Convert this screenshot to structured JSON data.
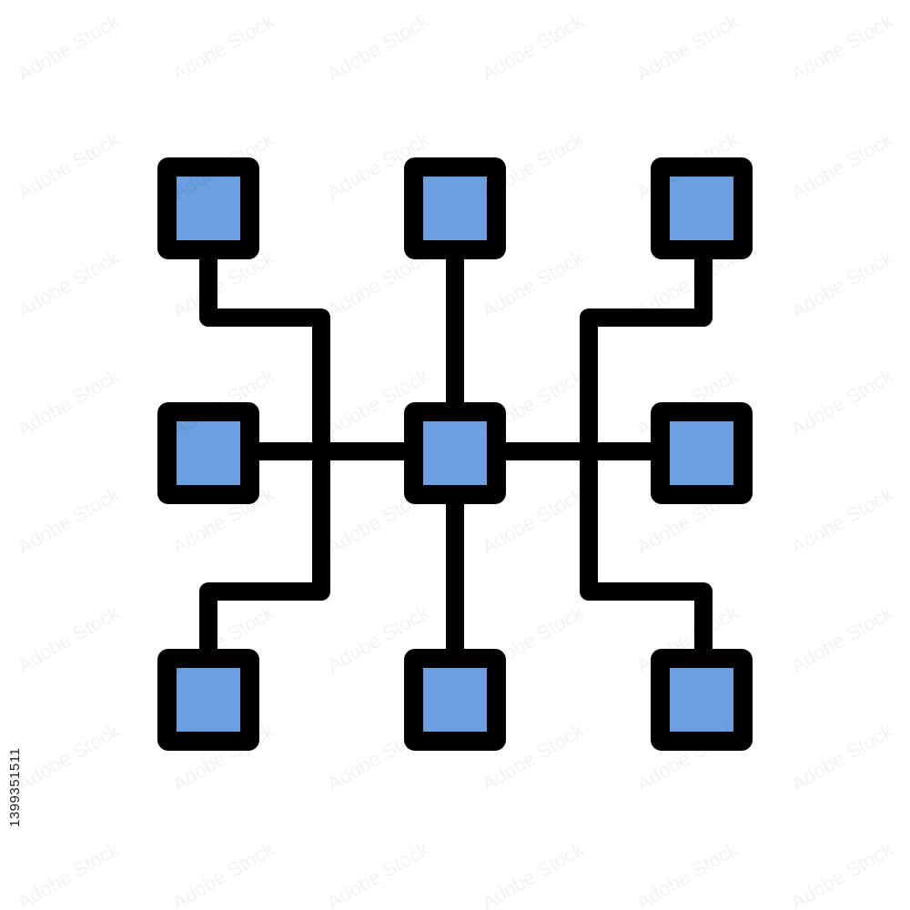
{
  "image_id_text": "1399351511",
  "watermark_text": "Adobe Stock",
  "colors": {
    "node_fill": "#6a9fe0",
    "outline": "#000000",
    "background": "#ffffff"
  },
  "icon": "network-topology-icon",
  "nodes": [
    {
      "id": "top-left"
    },
    {
      "id": "top-center"
    },
    {
      "id": "top-right"
    },
    {
      "id": "middle-left"
    },
    {
      "id": "center"
    },
    {
      "id": "middle-right"
    },
    {
      "id": "bottom-left"
    },
    {
      "id": "bottom-center"
    },
    {
      "id": "bottom-right"
    }
  ]
}
